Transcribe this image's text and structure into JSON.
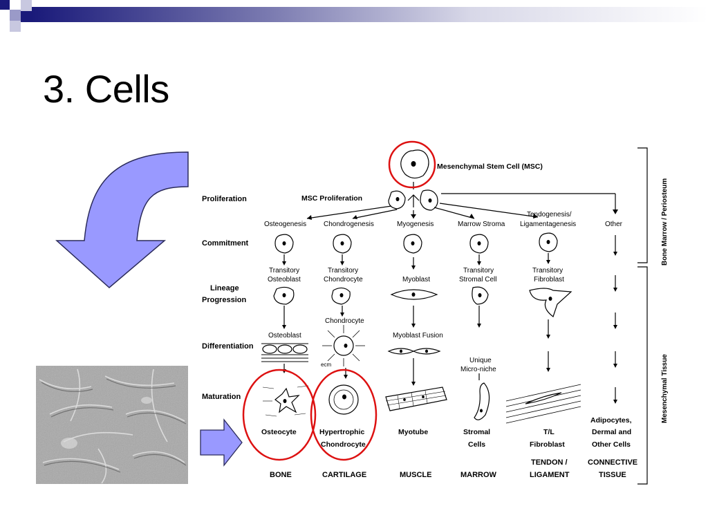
{
  "slide": {
    "title": "3. Cells"
  },
  "diagram": {
    "msc_label": "Mesenchymal Stem Cell (MSC)",
    "msc_proliferation": "MSC Proliferation",
    "rows": [
      "Proliferation",
      "Commitment",
      "Lineage",
      "Progression",
      "Differentiation",
      "Maturation"
    ],
    "pathways": [
      "Osteogenesis",
      "Chondrogenesis",
      "Myogenesis",
      "Marrow Stroma",
      "Tendogenesis/",
      "Ligamentagenesis",
      "Other"
    ],
    "transitory": [
      "Transitory",
      "Osteoblast",
      "Transitory",
      "Chondrocyte",
      "Myoblast",
      "Transitory",
      "Stromal Cell",
      "Transitory",
      "Fibroblast"
    ],
    "intermediate": [
      "Chondrocyte",
      "Osteoblast",
      "Myoblast Fusion",
      "ecm",
      "Unique",
      "Micro-niche"
    ],
    "mature": [
      "Osteocyte",
      "Hypertrophic",
      "Chondrocyte",
      "Myotube",
      "Stromal",
      "Cells",
      "T/L",
      "Fibroblast",
      "Adipocytes,",
      "Dermal and",
      "Other Cells"
    ],
    "tissues": [
      "BONE",
      "CARTILAGE",
      "MUSCLE",
      "MARROW",
      "TENDON /",
      "LIGAMENT",
      "CONNECTIVE",
      "TISSUE"
    ],
    "side_labels": [
      "Bone Marrow / Periosteum",
      "Mesenchymal Tissue"
    ]
  },
  "colors": {
    "arrow_fill": "#9999ff",
    "highlight_circle": "#dd1111",
    "title_bar_dark": "#1a1a7a"
  }
}
